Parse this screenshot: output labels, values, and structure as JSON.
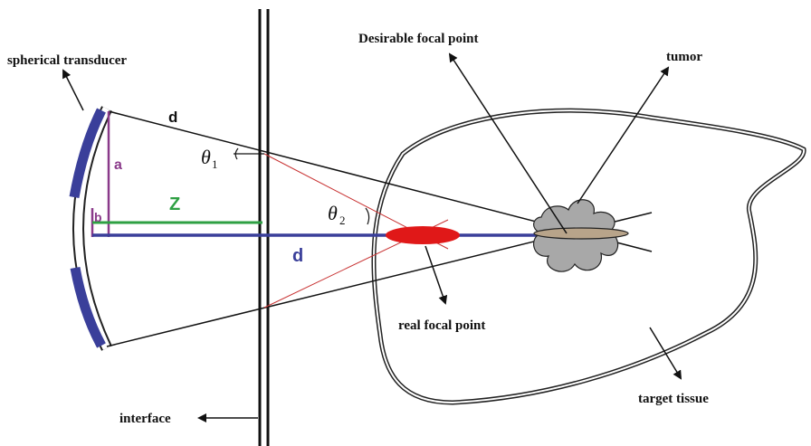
{
  "labels": {
    "spherical_transducer": "spherical transducer",
    "desirable_focal_point": "Desirable focal point",
    "tumor": "tumor",
    "real_focal_point": "real focal point",
    "interface": "interface",
    "target_tissue": "target tissue",
    "d_top": "d",
    "d_axis": "d",
    "a": "a",
    "b": "b",
    "z": "Z",
    "theta": "θ",
    "theta1_sub": "1",
    "theta2_sub": "2"
  },
  "colors": {
    "transducer": "#3a3f9a",
    "axis": "#3a3f9a",
    "a_b_marker": "#8a3a8a",
    "z_marker": "#2ea043",
    "real_focus": "#e01818",
    "tumor_fill": "#a8a8a8",
    "desirable_focus_fill": "#b8a48a",
    "refracted_rays": "#c83232",
    "lines": "#111111"
  }
}
